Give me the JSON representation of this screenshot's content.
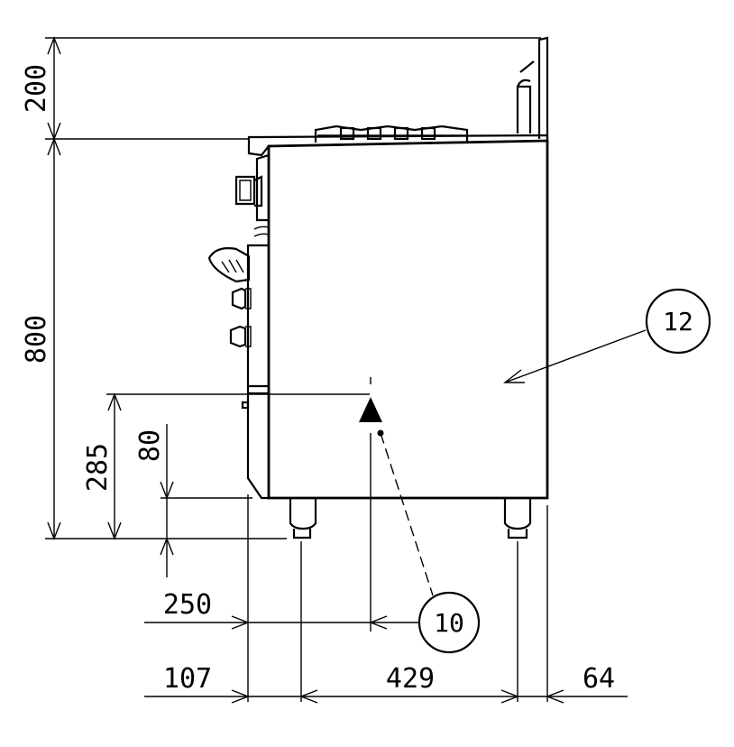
{
  "dimensions": {
    "top_offset": "200",
    "total_height": "800",
    "center_height": "285",
    "leg_height": "80",
    "center_depth": "250",
    "front_offset": "107",
    "leg_span": "429",
    "rear_offset": "64"
  },
  "callouts": {
    "center_mark": "10",
    "side_panel": "12"
  }
}
